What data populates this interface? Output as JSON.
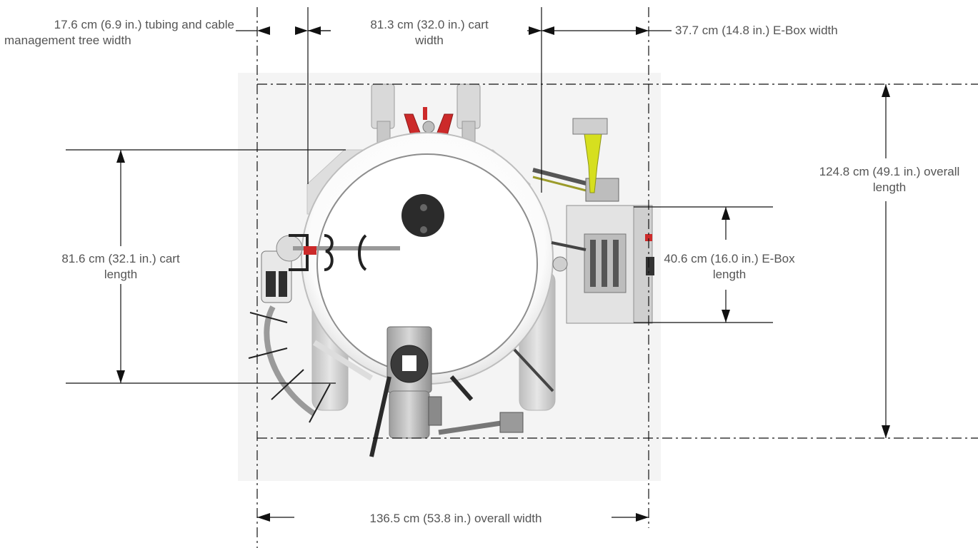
{
  "labels": {
    "tree_width": {
      "line1": "17.6 cm (6.9 in.) tubing and cable",
      "line2": "management tree width"
    },
    "cart_width": {
      "line1": "81.3 cm (32.0 in.) cart",
      "line2": "width"
    },
    "ebox_width": {
      "line1": "37.7 cm (14.8 in.) E-Box width"
    },
    "overall_length": {
      "line1": "124.8 cm (49.1 in.) overall",
      "line2": "length"
    },
    "cart_length": {
      "line1": "81.6 cm (32.1 in.) cart",
      "line2": "length"
    },
    "ebox_length": {
      "line1": "40.6 cm (16.0 in.) E-Box",
      "line2": "length"
    },
    "overall_width": {
      "line1": "136.5 cm (53.8 in.) overall width"
    }
  },
  "colors": {
    "dimension_line": "#111111",
    "label_text": "#555555",
    "shadow_floor": "#f3f3f3",
    "steel": "#cfcfcf",
    "vessel": "#ffffff",
    "accent_red": "#cc2a2a",
    "accent_yellow": "#d6df1f",
    "port_dark": "#2b2b2b"
  }
}
